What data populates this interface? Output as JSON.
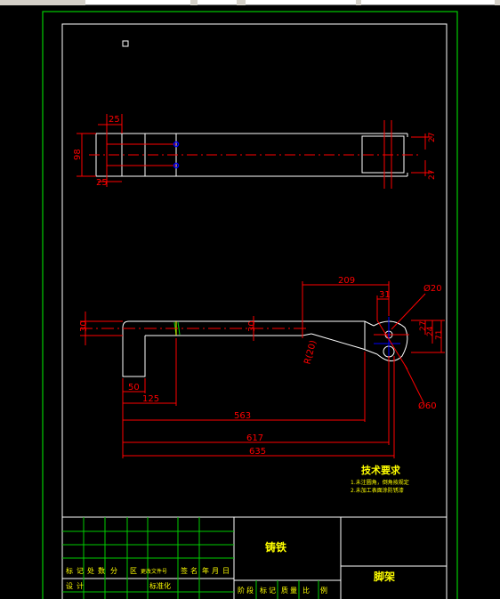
{
  "title_block": {
    "material": "铸铁",
    "part_name": "脚架",
    "row_change": [
      "标",
      "记",
      "处",
      "数",
      "分",
      "区",
      "更改文件号",
      "签",
      "名",
      "年",
      "月",
      "日"
    ],
    "row_design": [
      "设",
      "计",
      "标准化"
    ],
    "row_stage": [
      "阶",
      "段",
      "标",
      "记",
      "质",
      "量",
      "比",
      "例"
    ]
  },
  "technical_requirements": {
    "heading": "技术要求",
    "items": [
      "1.未注圆角，倒角按规定",
      "2.未加工表面涂防锈漆"
    ]
  },
  "dimensions": {
    "top_view": {
      "left_25_top": "25",
      "left_98": "98",
      "left_25_bottom": "25",
      "right_top": "27",
      "right_bottom": "27"
    },
    "front_view": {
      "left_30": "30",
      "mid_30": "30",
      "d209": "209",
      "d31": "31",
      "phi20": "Ø20",
      "d27": "27",
      "d24": "24",
      "d71": "71",
      "r20": "R(20)",
      "phi60": "Ø60",
      "d50": "50",
      "d125": "125",
      "d563": "563",
      "d617": "617",
      "d635": "635"
    }
  },
  "colors": {
    "frame": "#00cc00",
    "line": "#ffffff",
    "dim": "#ff0000",
    "center": "#ff0000",
    "accent": "#0000ff",
    "tech": "#ffff00",
    "hatch": "#00cc00"
  }
}
